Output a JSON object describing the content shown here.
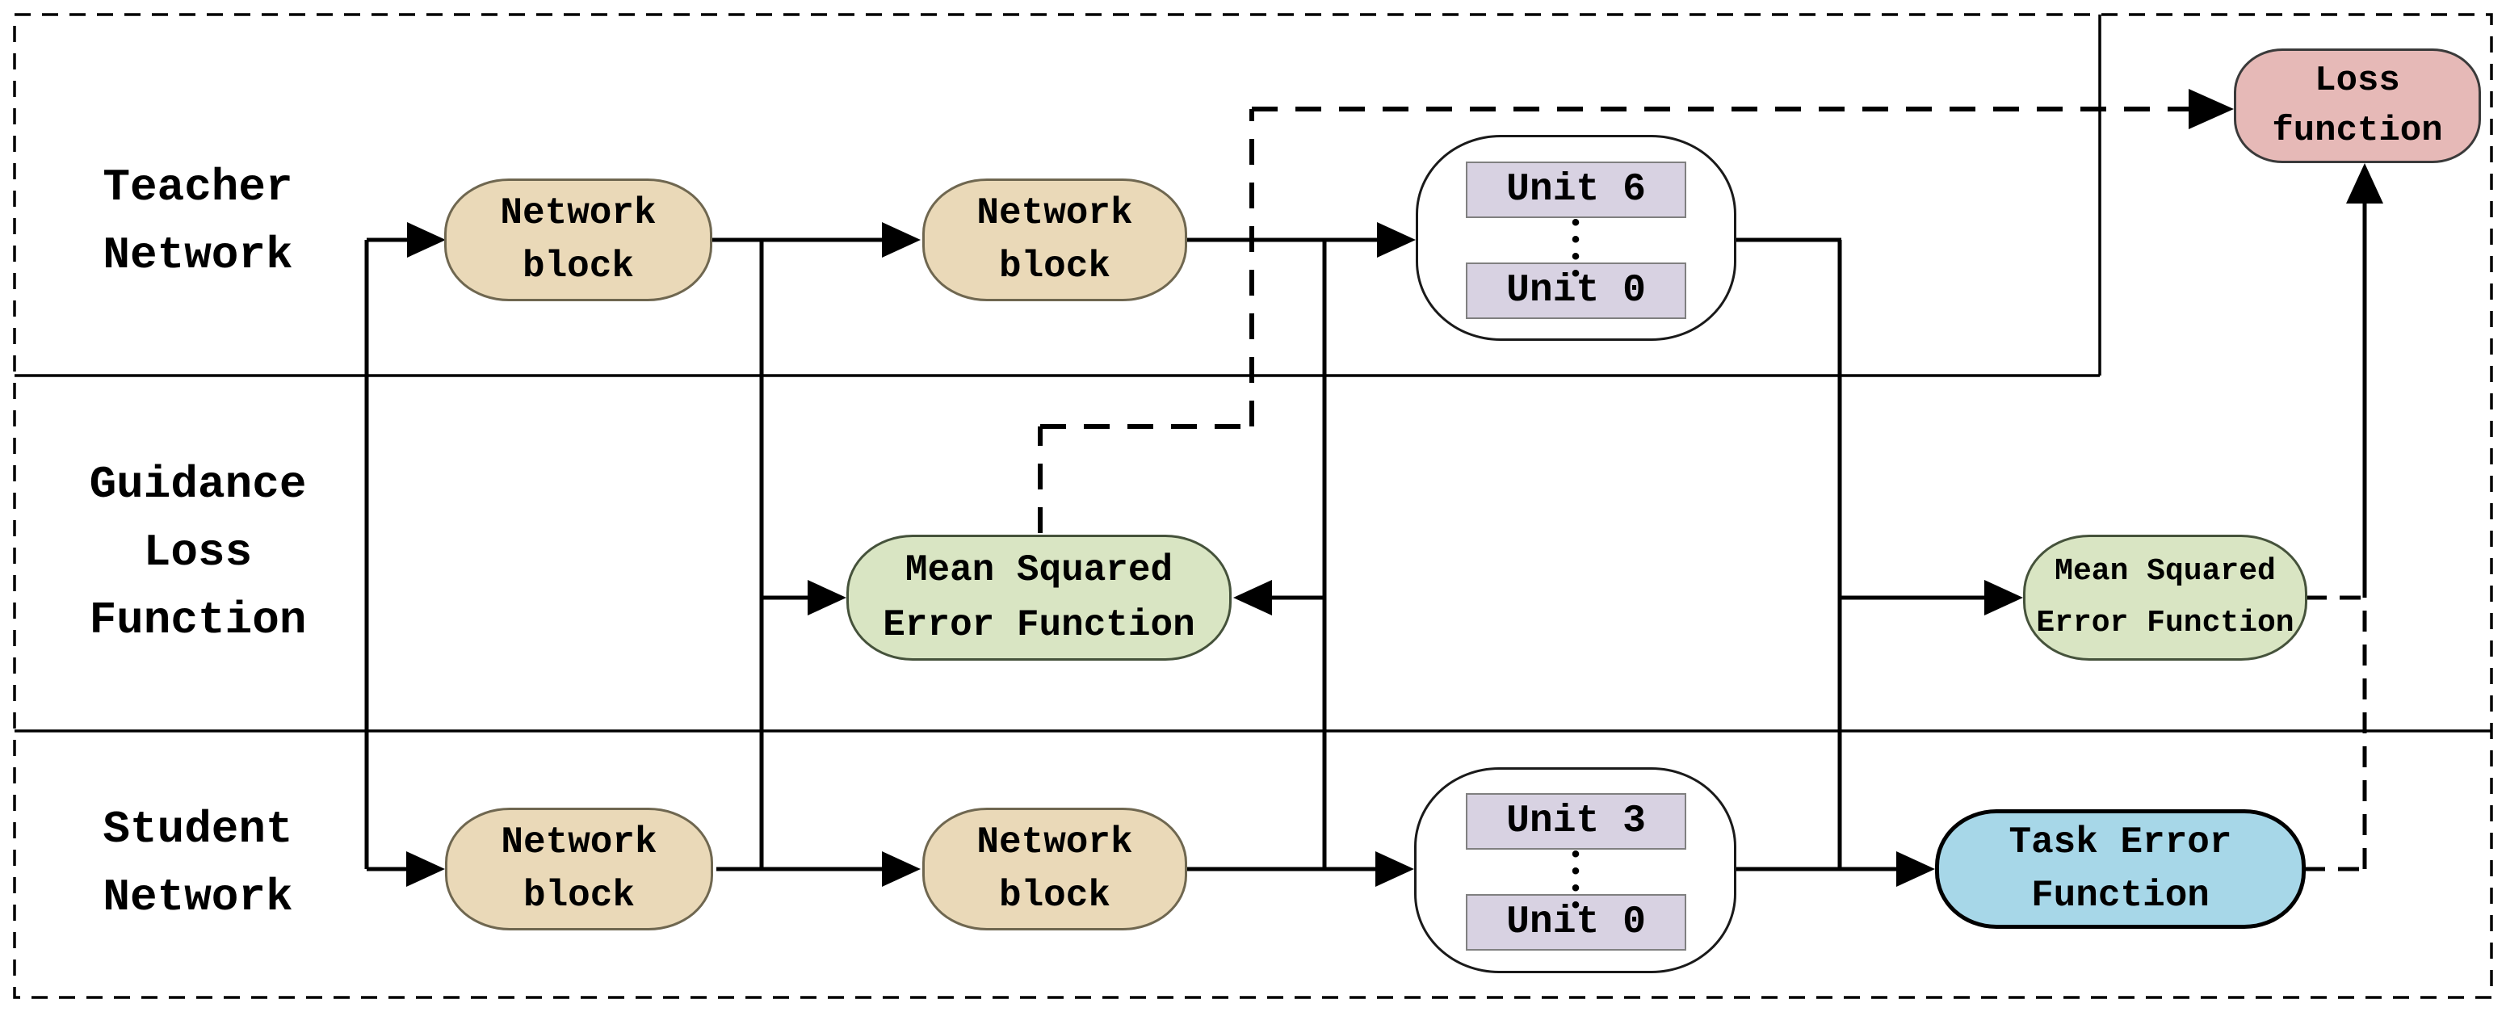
{
  "diagram": {
    "title_semantic": "Teacher-student knowledge distillation architecture with guidance loss",
    "rows": {
      "teacher": {
        "label": "Teacher\nNetwork",
        "block1": "Network\nblock",
        "block2": "Network\nblock",
        "unit_top": "Unit 6",
        "unit_bottom": "Unit 0",
        "ellipsis": "•\n•\n•\n•"
      },
      "guidance": {
        "label": "Guidance\nLoss\nFunction",
        "mse_left": "Mean Squared\nError Function",
        "mse_right": "Mean Squared\nError Function"
      },
      "student": {
        "label": "Student\nNetwork",
        "block1": "Network\nblock",
        "block2": "Network\nblock",
        "unit_top": "Unit 3",
        "unit_bottom": "Unit 0",
        "ellipsis": "•\n•\n•\n•",
        "task_error": "Task Error\nFunction"
      }
    },
    "loss_label": "Loss\nfunction",
    "colors": {
      "block_fill": "#ead9b8",
      "unit_fill": "#d8d2e2",
      "mse_fill": "#d9e5c3",
      "loss_fill": "#e6b9b7",
      "task_fill": "#a7d7e8",
      "line": "#000000"
    }
  }
}
